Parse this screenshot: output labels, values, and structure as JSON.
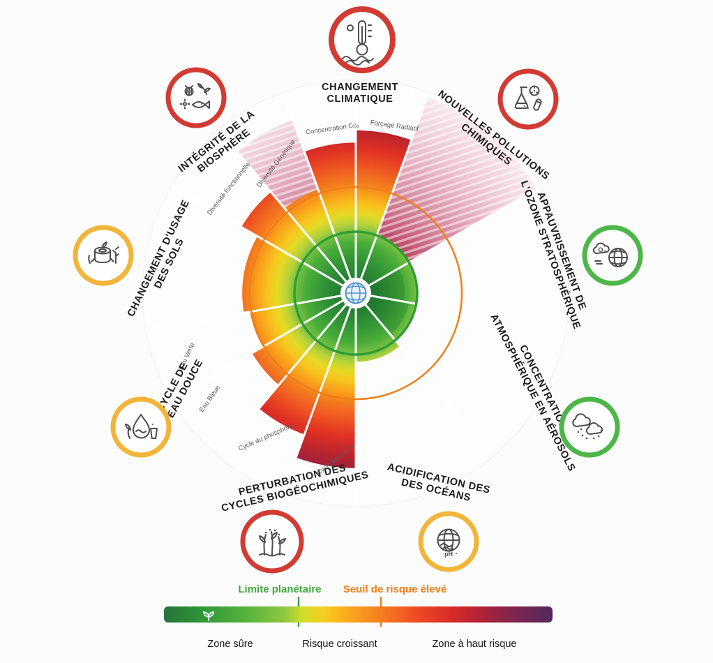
{
  "accent": {
    "planetary_boundary_color": "#2f9e33",
    "high_risk_color": "#ef7f1a"
  },
  "rings": {
    "climate": "#d23b33",
    "biosphere": "#d23b33",
    "novel_chemicals": "#d23b33",
    "land_use": "#f2b53a",
    "ozone": "#4db648",
    "freshwater": "#f2b53a",
    "aerosols": "#4db648",
    "biogeochemical": "#d23b33",
    "ocean_acidification": "#f2b53a"
  },
  "labels": {
    "climate": {
      "l1": "CHANGEMENT",
      "l2": "CLIMATIQUE"
    },
    "biosphere": {
      "l1": "INTÉGRITÉ DE LA",
      "l2": "BIOSPHÈRE"
    },
    "novel_chemicals": {
      "l1": "NOUVELLES POLLUTIONS",
      "l2": "CHIMIQUES"
    },
    "land_use": {
      "l1": "CHANGEMENT D'USAGE",
      "l2": "DES SOLS"
    },
    "ozone": {
      "l1": "APPAUVRISSEMENT DE",
      "l2": "L'OZONE STRATOSPHÉRIQUE"
    },
    "freshwater": {
      "l1": "CYCLE DE",
      "l2": "L'EAU DOUCE"
    },
    "aerosols": {
      "l1": "CONCENTRATION",
      "l2": "ATMOSPHÉRIQUE EN AÉROSOLS"
    },
    "biogeochemical": {
      "l1": "PERTURBATION DES",
      "l2": "CYCLES BIOGÉOCHIMIQUES"
    },
    "ocean_acidification": {
      "l1": "ACIDIFICATION DES",
      "l2": "DES OCÉANS"
    }
  },
  "sublabels": {
    "genetic": "Diversité Génétique",
    "functional": "Diversité fonctionnelle",
    "co2": "Concentration Co₂",
    "forcing": "Forçage Radiatif",
    "green_water": "Eau Verte",
    "blue_water": "Eau Bleue",
    "phosphorus": "Cycle du phosphore",
    "nitrogen": "Cycle de l'azote"
  },
  "icons": {
    "ozone_symbol": "O₃",
    "ph_symbol": "pH"
  },
  "legend": {
    "boundary_label": "Limite planétaire",
    "boundary_color": "#3faa3c",
    "threshold_label": "Seuil de risque élevé",
    "threshold_color": "#f07d1a",
    "zone_safe": "Zone sûre",
    "zone_increasing": "Risque croissant",
    "zone_high": "Zone à haut risque"
  },
  "chart_data": {
    "type": "radial-bar",
    "radial_scale": {
      "planetary_boundary": 1.0,
      "high_risk_threshold": 1.73
    },
    "legend_position": "bottom",
    "series": [
      {
        "id": "co2",
        "boundary": "Changement climatique",
        "segment": "Concentration Co₂",
        "a0": -20,
        "a1": 0,
        "value": 2.45,
        "status": "zone à haut risque",
        "hatched": false
      },
      {
        "id": "forcing",
        "boundary": "Changement climatique",
        "segment": "Forçage Radiatif",
        "a0": 0,
        "a1": 20,
        "value": 2.65,
        "status": "zone à haut risque",
        "hatched": false
      },
      {
        "id": "novel",
        "boundary": "Nouvelles pollutions chimiques",
        "segment": null,
        "a0": 20,
        "a1": 60,
        "value": 3.4,
        "status": "zone à haut risque",
        "hatched": true,
        "solid_from": 1.0
      },
      {
        "id": "ozone",
        "boundary": "Appauvrissement de l'ozone stratosphérique",
        "segment": null,
        "a0": 60,
        "a1": 100,
        "value": 0.8,
        "status": "zone sûre",
        "hatched": false
      },
      {
        "id": "aerosols",
        "boundary": "Concentration atmosphérique en aérosols",
        "segment": null,
        "a0": 100,
        "a1": 140,
        "value": 0.88,
        "status": "zone sûre",
        "hatched": false
      },
      {
        "id": "ocean",
        "boundary": "Acidification des océans",
        "segment": null,
        "a0": 140,
        "a1": 180,
        "value": 1.12,
        "status": "risque croissant",
        "hatched": false
      },
      {
        "id": "nitrogen",
        "boundary": "Perturbation des cycles biogéochimiques",
        "segment": "Cycle de l'azote",
        "a0": 180,
        "a1": 200,
        "value": 2.85,
        "status": "zone à haut risque",
        "hatched": false
      },
      {
        "id": "phosphorus",
        "boundary": "Perturbation des cycles biogéochimiques",
        "segment": "Cycle du phosphore",
        "a0": 200,
        "a1": 220,
        "value": 2.45,
        "status": "zone à haut risque",
        "hatched": false
      },
      {
        "id": "blue_water",
        "boundary": "Cycle de l'eau douce",
        "segment": "Eau Bleue",
        "a0": 220,
        "a1": 240,
        "value": 1.95,
        "status": "risque croissant",
        "hatched": false
      },
      {
        "id": "green_water",
        "boundary": "Cycle de l'eau douce",
        "segment": "Eau Verte",
        "a0": 240,
        "a1": 260,
        "value": 1.75,
        "status": "risque croissant",
        "hatched": false
      },
      {
        "id": "land_use",
        "boundary": "Changement d'usage des sols",
        "segment": null,
        "a0": 260,
        "a1": 300,
        "value": 1.85,
        "status": "risque croissant",
        "hatched": false
      },
      {
        "id": "functional",
        "boundary": "Intégrité de la biosphère",
        "segment": "Diversité fonctionnelle",
        "a0": 300,
        "a1": 320,
        "value": 2.15,
        "status": "zone à haut risque",
        "hatched": false
      },
      {
        "id": "genetic",
        "boundary": "Intégrité de la biosphère",
        "segment": "Diversité Génétique",
        "a0": 320,
        "a1": 340,
        "value": 3.0,
        "status": "zone à haut risque",
        "hatched": true,
        "solid_from": 1.8
      }
    ]
  }
}
